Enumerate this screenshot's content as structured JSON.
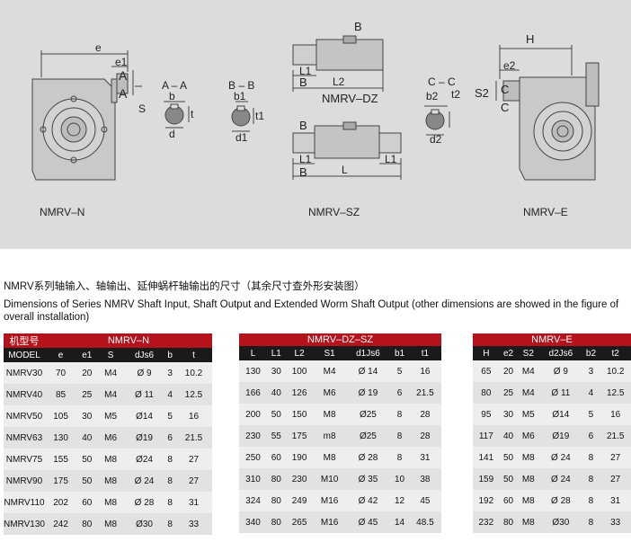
{
  "diagram": {
    "labels": {
      "nmrv_n": "NMRV–N",
      "nmrv_sz": "NMRV–SZ",
      "nmrv_e": "NMRV–E",
      "nmrv_dz": "NMRV–DZ",
      "e": "e",
      "e1": "e1",
      "A1": "A",
      "A2": "A",
      "S": "S",
      "AA": "A – A",
      "b": "b",
      "t": "t",
      "d": "d",
      "BB": "B – B",
      "b1": "b1",
      "t1": "t1",
      "d1": "d1",
      "B_top": "B",
      "L1_top": "L1",
      "B_left_top": "B",
      "L2": "L2",
      "B_mid": "B",
      "L1_bot": "L1",
      "B_left_bot": "B",
      "L": "L",
      "L1_right": "L1",
      "CC": "C – C",
      "b2": "b2",
      "t2": "t2",
      "d2": "d2",
      "H": "H",
      "e2": "e2",
      "S2": "S2",
      "C1": "C",
      "C2": "C"
    }
  },
  "captions": {
    "chinese": "NMRV系列轴输入、轴输出、延伸蜗杆轴输出的尺寸（其余尺寸查外形安装图）",
    "english": "Dimensions of Series NMRV Shaft Input, Shaft Output and Extended Worm Shaft Output (other dimensions are showed in the figure of overall installation)"
  },
  "table1": {
    "title_model": "机型号",
    "title_series": "NMRV–N",
    "headers": [
      "MODEL",
      "e",
      "e1",
      "S",
      "dJs6",
      "b",
      "t"
    ],
    "rows": [
      [
        "NMRV30",
        "70",
        "20",
        "M4",
        "Ø 9",
        "3",
        "10.2"
      ],
      [
        "NMRV40",
        "85",
        "25",
        "M4",
        "Ø 11",
        "4",
        "12.5"
      ],
      [
        "NMRV50",
        "105",
        "30",
        "M5",
        "Ø14",
        "5",
        "16"
      ],
      [
        "NMRV63",
        "130",
        "40",
        "M6",
        "Ø19",
        "6",
        "21.5"
      ],
      [
        "NMRV75",
        "155",
        "50",
        "M8",
        "Ø24",
        "8",
        "27"
      ],
      [
        "NMRV90",
        "175",
        "50",
        "M8",
        "Ø 24",
        "8",
        "27"
      ],
      [
        "NMRV110",
        "202",
        "60",
        "M8",
        "Ø 28",
        "8",
        "31"
      ],
      [
        "NMRV130",
        "242",
        "80",
        "M8",
        "Ø30",
        "8",
        "33"
      ]
    ]
  },
  "table2": {
    "title_series": "NMRV–DZ–SZ",
    "headers": [
      "L",
      "L1",
      "L2",
      "S1",
      "d1Js6",
      "b1",
      "t1"
    ],
    "rows": [
      [
        "130",
        "30",
        "100",
        "M4",
        "Ø 14",
        "5",
        "16"
      ],
      [
        "166",
        "40",
        "126",
        "M6",
        "Ø 19",
        "6",
        "21.5"
      ],
      [
        "200",
        "50",
        "150",
        "M8",
        "Ø25",
        "8",
        "28"
      ],
      [
        "230",
        "55",
        "175",
        "m8",
        "Ø25",
        "8",
        "28"
      ],
      [
        "250",
        "60",
        "190",
        "M8",
        "Ø 28",
        "8",
        "31"
      ],
      [
        "310",
        "80",
        "230",
        "M10",
        "Ø 35",
        "10",
        "38"
      ],
      [
        "324",
        "80",
        "249",
        "M16",
        "Ø 42",
        "12",
        "45"
      ],
      [
        "340",
        "80",
        "265",
        "M16",
        "Ø 45",
        "14",
        "48.5"
      ]
    ]
  },
  "table3": {
    "title_series": "NMRV–E",
    "headers": [
      "H",
      "e2",
      "S2",
      "d2Js6",
      "b2",
      "t2"
    ],
    "rows": [
      [
        "65",
        "20",
        "M4",
        "Ø 9",
        "3",
        "10.2"
      ],
      [
        "80",
        "25",
        "M4",
        "Ø 11",
        "4",
        "12.5"
      ],
      [
        "95",
        "30",
        "M5",
        "Ø14",
        "5",
        "16"
      ],
      [
        "117",
        "40",
        "M6",
        "Ø19",
        "6",
        "21.5"
      ],
      [
        "141",
        "50",
        "M8",
        "Ø 24",
        "8",
        "27"
      ],
      [
        "159",
        "50",
        "M8",
        "Ø 24",
        "8",
        "27"
      ],
      [
        "192",
        "60",
        "M8",
        "Ø 28",
        "8",
        "31"
      ],
      [
        "232",
        "80",
        "M8",
        "Ø30",
        "8",
        "33"
      ]
    ]
  }
}
